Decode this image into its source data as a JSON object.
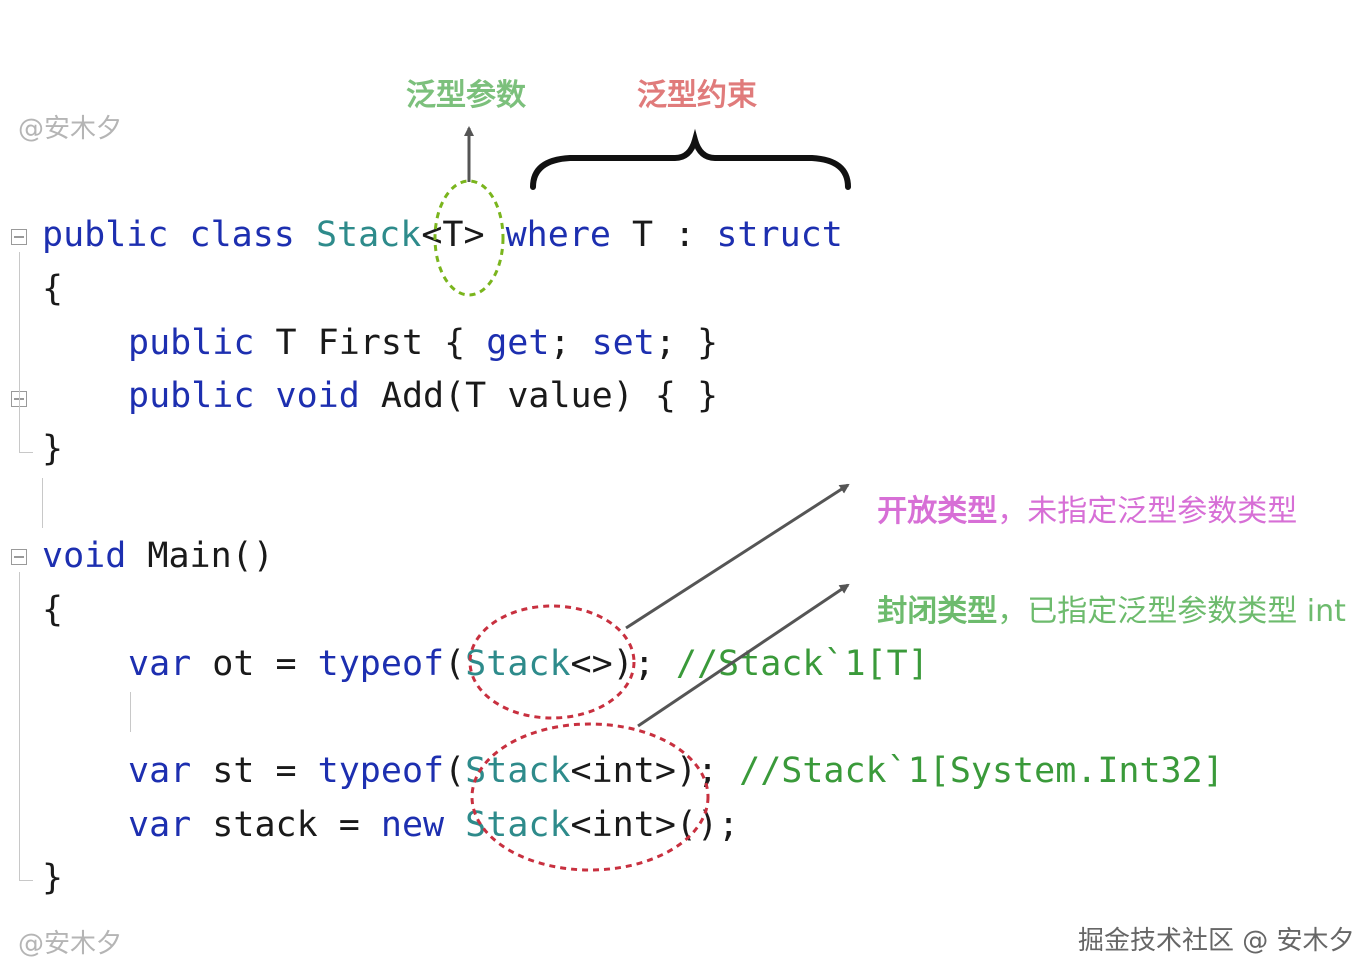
{
  "watermarks": {
    "top_left": "@安木夕",
    "bottom_left": "@安木夕",
    "bottom_right": "掘金技术社区 @ 安木夕"
  },
  "labels": {
    "generic_param": "泛型参数",
    "generic_constraint": "泛型约束",
    "open_type_bold": "开放类型",
    "open_type_rest": "，未指定泛型参数类型",
    "closed_type_bold": "封闭类型",
    "closed_type_rest": "，已指定泛型参数类型 int"
  },
  "code": {
    "l1": {
      "kw1": "public",
      "kw2": "class",
      "type": "Stack",
      "param": "<T>",
      "where": "where",
      "t": "T",
      "colon": ":",
      "struct": "struct"
    },
    "l2": {
      "brace": "{"
    },
    "l3": {
      "kw": "public",
      "rest": "T First { ",
      "get": "get",
      "semi1": "; ",
      "set": "set",
      "semi2": "; }"
    },
    "l4": {
      "kw": "public",
      "void": "void",
      "rest": "Add(T value) { }"
    },
    "l5": {
      "brace": "}"
    },
    "l6": {
      "void": "void",
      "rest": "Main()"
    },
    "l7": {
      "brace": "{"
    },
    "l8": {
      "var": "var",
      "name": "ot = ",
      "typeof": "typeof",
      "paren": "(",
      "type": "Stack",
      "rest": "<>);",
      "comment": "//Stack`1[T]"
    },
    "l9": {
      "var": "var",
      "name": "st = ",
      "typeof": "typeof",
      "paren": "(",
      "type": "Stack",
      "rest": "<int>);",
      "comment": "//Stack`1[System.Int32]"
    },
    "l10": {
      "var": "var",
      "name": "stack = ",
      "new": "new",
      "type": "Stack",
      "rest": "<int>();"
    },
    "l11": {
      "brace": "}"
    }
  },
  "colors": {
    "keyword": "#1d2fb0",
    "type": "#2e8b8b",
    "comment": "#3a9a3a",
    "label_param": "#7cc07c",
    "label_constraint": "#e07b7b",
    "label_open": "#d76fd6",
    "label_closed": "#6dbb6d",
    "ellipse_green": "#7ab51d",
    "ellipse_red": "#c8303f",
    "arrow": "#555555"
  }
}
